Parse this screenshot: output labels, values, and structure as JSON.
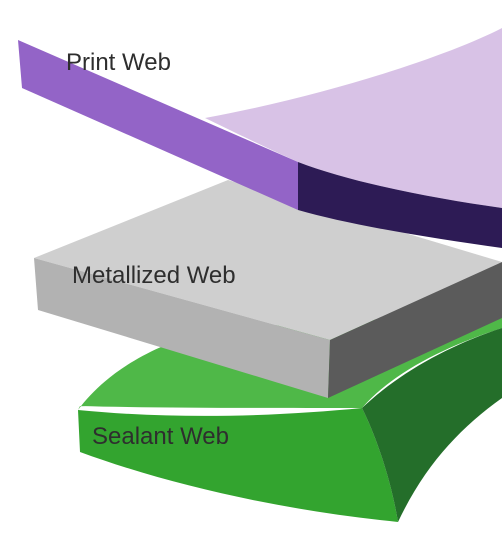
{
  "layers": {
    "print_web": {
      "label": "Print Web",
      "colors": {
        "top": "#d8c2e6",
        "strip": "#9364c7",
        "side": "#2d1b55"
      }
    },
    "metallized_web": {
      "label": "Metallized Web",
      "colors": {
        "top": "#cfcfcf",
        "front": "#a9a9a9",
        "side": "#5b5b5b"
      }
    },
    "sealant_web": {
      "label": "Sealant Web",
      "colors": {
        "top": "#4fb848",
        "front": "#33a42f",
        "side": "#246e2a"
      }
    }
  }
}
